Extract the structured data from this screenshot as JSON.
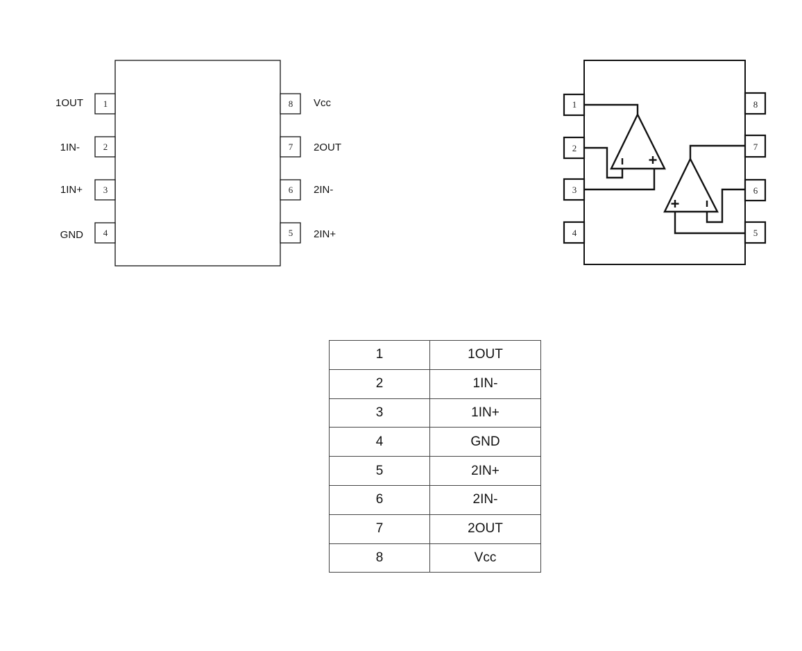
{
  "pinout": {
    "left_pins": [
      {
        "num": "1",
        "label": "1OUT"
      },
      {
        "num": "2",
        "label": "1IN-"
      },
      {
        "num": "3",
        "label": "1IN+"
      },
      {
        "num": "4",
        "label": "GND"
      }
    ],
    "right_pins": [
      {
        "num": "8",
        "label": "Vcc"
      },
      {
        "num": "7",
        "label": "2OUT"
      },
      {
        "num": "6",
        "label": "2IN-"
      },
      {
        "num": "5",
        "label": "2IN+"
      }
    ]
  },
  "schematic": {
    "left_pins": [
      "1",
      "2",
      "3",
      "4"
    ],
    "right_pins": [
      "8",
      "7",
      "6",
      "5"
    ]
  },
  "table": {
    "rows": [
      {
        "pin": "1",
        "name": "1OUT"
      },
      {
        "pin": "2",
        "name": "1IN-"
      },
      {
        "pin": "3",
        "name": "1IN+"
      },
      {
        "pin": "4",
        "name": "GND"
      },
      {
        "pin": "5",
        "name": "2IN+"
      },
      {
        "pin": "6",
        "name": "2IN-"
      },
      {
        "pin": "7",
        "name": "2OUT"
      },
      {
        "pin": "8",
        "name": "Vcc"
      }
    ]
  }
}
